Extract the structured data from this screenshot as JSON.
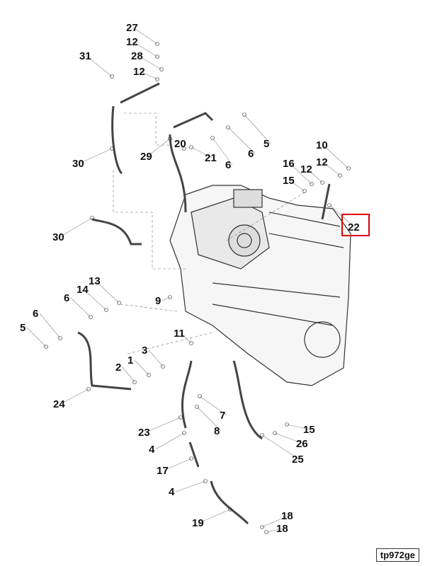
{
  "diagram": {
    "reference_code": "tp972ge",
    "highlighted_callout": "22",
    "highlight_color": "#e00000",
    "callouts": [
      "27",
      "12",
      "28",
      "12",
      "31",
      "5",
      "6",
      "20",
      "21",
      "6",
      "29",
      "30",
      "10",
      "12",
      "16",
      "12",
      "15",
      "22",
      "30",
      "13",
      "14",
      "6",
      "9",
      "6",
      "5",
      "11",
      "3",
      "1",
      "2",
      "24",
      "7",
      "8",
      "23",
      "4",
      "17",
      "4",
      "15",
      "26",
      "25",
      "19",
      "18",
      "18"
    ]
  }
}
